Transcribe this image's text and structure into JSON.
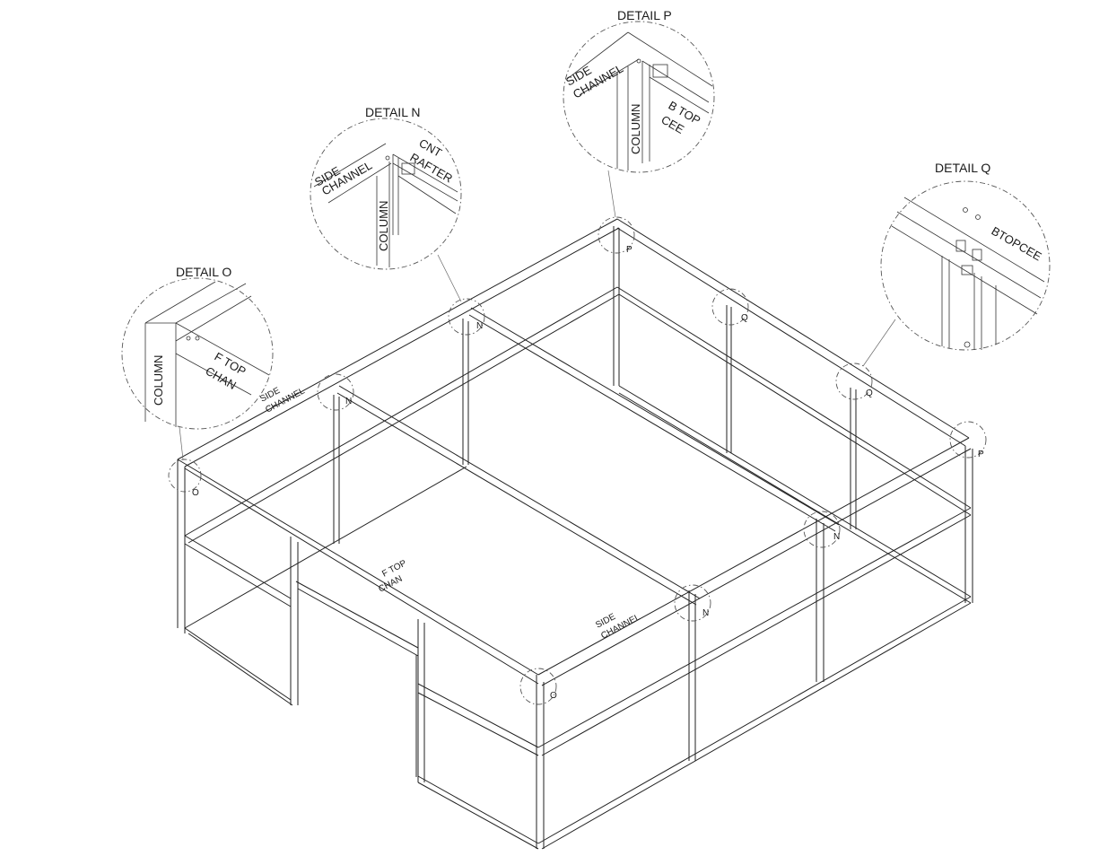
{
  "details": {
    "O": {
      "title": "DETAIL  O",
      "col": "COLUMN",
      "part1": "F TOP",
      "part2": "CHAN"
    },
    "N": {
      "title": "DETAIL  N",
      "side1": "SIDE",
      "side2": "CHANNEL",
      "col": "COLUMN",
      "part1": "CNT",
      "part2": "RAFTER"
    },
    "P": {
      "title": "DETAIL  P",
      "side1": "SIDE",
      "side2": "CHANNEL",
      "col": "COLUMN",
      "part1": "B TOP",
      "part2": "CEE"
    },
    "Q": {
      "title": "DETAIL  Q",
      "part1": "BTOPCEE"
    }
  },
  "frame_labels": {
    "side_channel_1": "SIDE",
    "side_channel_2": "CHANNEL",
    "ftop_1": "F TOP",
    "ftop_2": "CHAN",
    "side_front_1": "SIDE",
    "side_front_2": "CHANNEL"
  },
  "markers": {
    "o1": "O",
    "o2": "O",
    "n1": "N",
    "n2": "N",
    "n3": "N",
    "n4": "N",
    "p1": "P",
    "p2": "P",
    "q1": "Q",
    "q2": "Q"
  }
}
